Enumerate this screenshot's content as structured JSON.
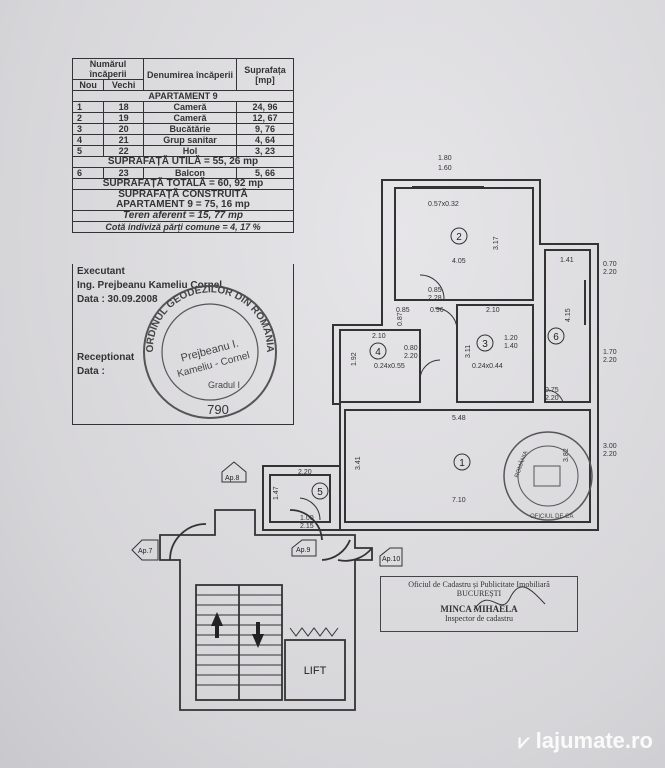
{
  "table": {
    "header_col1": "Numărul încăperii",
    "header_new": "Nou",
    "header_old": "Vechi",
    "header_name": "Denumirea încăperii",
    "header_area": "Suprafața [mp]",
    "apartment_title": "APARTAMENT 9",
    "rows": [
      {
        "nou": "1",
        "vechi": "18",
        "name": "Cameră",
        "area": "24, 96"
      },
      {
        "nou": "2",
        "vechi": "19",
        "name": "Cameră",
        "area": "12, 67"
      },
      {
        "nou": "3",
        "vechi": "20",
        "name": "Bucătărie",
        "area": "9, 76"
      },
      {
        "nou": "4",
        "vechi": "21",
        "name": "Grup sanitar",
        "area": "4, 64"
      },
      {
        "nou": "5",
        "vechi": "22",
        "name": "Hol",
        "area": "3, 23"
      }
    ],
    "useful_area": "SUPRAFAȚĂ UTILĂ = 55, 26 mp",
    "balcony": {
      "nou": "6",
      "vechi": "23",
      "name": "Balcon",
      "area": "5, 66"
    },
    "total_area": "SUPRAFAȚĂ TOTALĂ = 60, 92 mp",
    "built_area_1": "SUPRAFAȚĂ CONSTRUITĂ",
    "built_area_2": "APARTAMENT 9 = 75, 16 mp",
    "land": "Teren aferent = 15, 77 mp",
    "common": "Cotă indiviză părți comune = 4, 17 %"
  },
  "executant": {
    "title": "Executant",
    "name": "Ing. Prejbeanu Kameliu Cornel",
    "date": "Data : 30.09.2008",
    "receptionat": "Receptionat",
    "data": "Data :"
  },
  "stamp_left": {
    "ring": "ORDINUL GEODEZILOR DIN ROMÂNIA",
    "name1": "Prejbeanu I.",
    "name2": "Kameliu - Cornel",
    "grade": "Gradul I",
    "number": "790"
  },
  "plan": {
    "dims": {
      "top1": "1.80",
      "top2": "1.60",
      "d_057": "0.57x0.32",
      "d_405": "4.05",
      "d_317": "3.17",
      "d_141": "1.41",
      "d_070": "0.70",
      "d_220a": "2.20",
      "d_415": "4.15",
      "d_085a": "0.85",
      "d_228a": "2.28",
      "d_085b": "0.85",
      "d_087": "0.87",
      "d_096": "0.96",
      "d_210a": "2.10",
      "d_210b": "2.10",
      "d_120": "1.20",
      "d_140": "1.40",
      "d_311": "3.11",
      "d_192": "1.92",
      "d_080": "0.80",
      "d_220b": "2.20",
      "d_024a": "0.24x0.55",
      "d_024b": "0.24x0.44",
      "d_170": "1.70",
      "d_220c": "2.20",
      "d_075": "0.75",
      "d_220d": "2.20",
      "d_548": "5.48",
      "d_341": "3.41",
      "d_710": "7.10",
      "d_382": "3.82",
      "d_300": "3.00",
      "d_220e": "2.20",
      "d_220f": "2.20",
      "d_147": "1.47",
      "d_100": "1.00",
      "d_215": "2.15"
    },
    "rooms": [
      "1",
      "2",
      "3",
      "4",
      "5",
      "6"
    ],
    "ap8": "Ap.8",
    "ap7": "Ap.7",
    "ap9": "Ap.9",
    "ap10": "Ap.10",
    "lift": "LIFT"
  },
  "ocpi": {
    "line1": "Oficiul de Cadastru și Publicitate Imobiliară",
    "line2": "BUCUREȘTI",
    "line3": "MINCA MIHAELA",
    "line4": "Inspector de cadastru"
  },
  "stamp_right": {
    "line1": "ROMÂNIA",
    "line2": "OFICIUL DE CA"
  },
  "watermark": "lajumate.ro"
}
